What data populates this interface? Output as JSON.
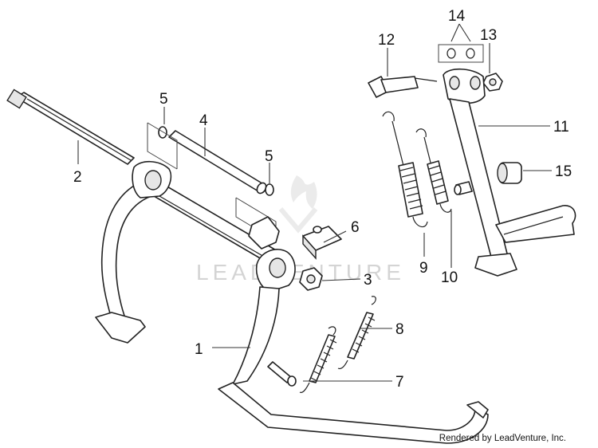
{
  "callouts": {
    "c1": "1",
    "c2": "2",
    "c3": "3",
    "c4": "4",
    "c5a": "5",
    "c5b": "5",
    "c6": "6",
    "c7": "7",
    "c8": "8",
    "c9": "9",
    "c10": "10",
    "c11": "11",
    "c12": "12",
    "c13": "13",
    "c14": "14",
    "c15": "15"
  },
  "watermark": "LEADVENTURE",
  "credit": "Rendered by LeadVenture, Inc.",
  "colors": {
    "line": "#222222",
    "watermark": "#d4d4d4",
    "background": "#ffffff"
  }
}
